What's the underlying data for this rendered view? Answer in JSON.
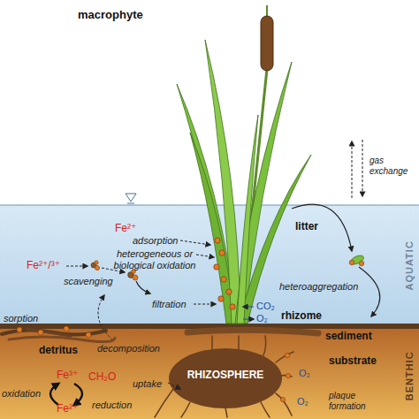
{
  "diagram": {
    "labels": [
      "macrophyte",
      "gas exchange",
      "Fe²⁺",
      "adsorption",
      "heterogeneous or biological oxidation",
      "litter",
      "AQUATIC",
      "Fe²⁺/³⁺",
      "scavenging",
      "heteroaggregation",
      "filtration",
      "CO₂",
      "O₂",
      "rhizome",
      "sediment",
      "sorption",
      "detritus",
      "decomposition",
      "substrate",
      "Fe³⁺",
      "CH₂O",
      "oxidation",
      "BENTHIC",
      "uptake",
      "reduction",
      "RHIZOSPHERE",
      "Fe²⁺",
      "O₂",
      "O₂",
      "plaque formation"
    ]
  }
}
